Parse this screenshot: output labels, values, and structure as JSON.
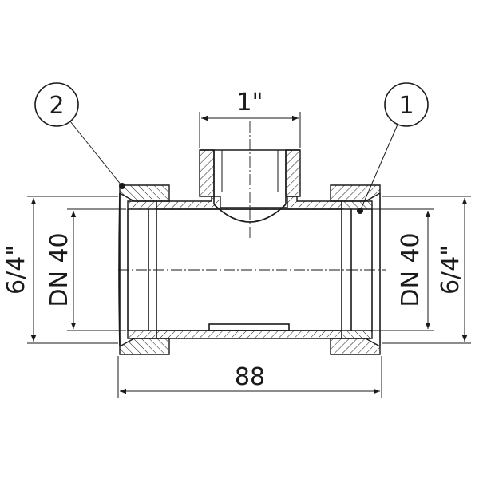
{
  "dimensions": {
    "top_thread": "1\"",
    "left_outer": "6/4\"",
    "left_nominal": "DN 40",
    "right_nominal": "DN 40",
    "right_outer": "6/4\"",
    "length": "88"
  },
  "balloons": {
    "left": "2",
    "right": "1"
  }
}
